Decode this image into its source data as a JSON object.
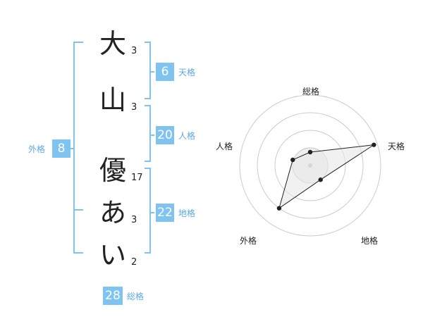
{
  "name_chars": [
    "大",
    "山",
    "優",
    "あ",
    "い"
  ],
  "strokes": [
    "3",
    "3",
    "17",
    "3",
    "2"
  ],
  "kaku": {
    "tenkaku": {
      "value": "6",
      "label": "天格"
    },
    "jinkaku": {
      "value": "20",
      "label": "人格"
    },
    "chikaku": {
      "value": "22",
      "label": "地格"
    },
    "gaikaku": {
      "value": "8",
      "label": "外格"
    },
    "soukaku": {
      "value": "28",
      "label": "総格"
    }
  },
  "radar": {
    "axes": [
      "総格",
      "天格",
      "地格",
      "外格",
      "人格"
    ],
    "levels": 4,
    "values": [
      0.19,
      0.95,
      0.25,
      0.75,
      0.26
    ],
    "colors": {
      "grid": "#cccccc",
      "fill": "#e8e8e8",
      "line": "#222222",
      "center": "#bbbbbb"
    }
  },
  "colors": {
    "accent": "#7fc4f1",
    "bracket": "#7fc4f1"
  }
}
